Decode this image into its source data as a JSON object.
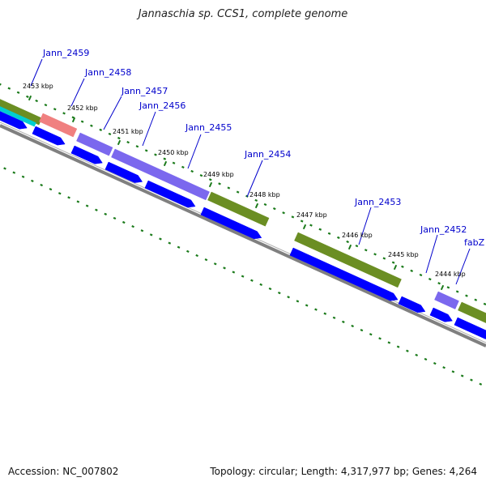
{
  "title": "Jannaschia sp. CCS1, complete genome",
  "accession": "Accession: NC_007802",
  "summary": "Topology: circular; Length: 4,317,977 bp; Genes: 4,264",
  "colors": {
    "backbone": "#808080",
    "cds": "#0000ff",
    "gene_label": "#0000cc",
    "tick": "#1a7a1a",
    "feature_olive": "#6b8e23",
    "feature_purple": "#7b68ee",
    "feature_salmon": "#f08080",
    "feature_cyan": "#00ced1"
  },
  "kbp_labels": [
    "2453 kbp",
    "2452 kbp",
    "2451 kbp",
    "2450 kbp",
    "2449 kbp",
    "2448 kbp",
    "2447 kbp",
    "2446 kbp",
    "2445 kbp",
    "2444 kbp"
  ],
  "genes": [
    "Jann_2459",
    "Jann_2458",
    "Jann_2457",
    "Jann_2456",
    "Jann_2455",
    "Jann_2454",
    "Jann_2453",
    "Jann_2452",
    "fabZ"
  ]
}
